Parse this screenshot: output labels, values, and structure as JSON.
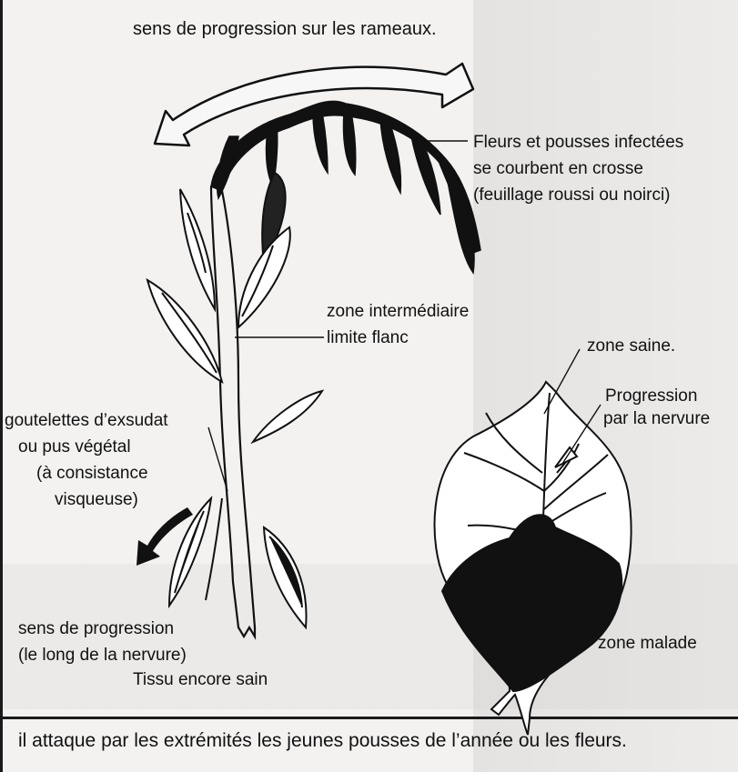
{
  "title": "sens de progression sur les rameaux.",
  "labels": {
    "flowers_l1": "Fleurs et pousses infectées",
    "flowers_l2": "se courbent en crosse",
    "flowers_l3": "(feuillage roussi ou noirci)",
    "zone_inter_l1": "zone intermédiaire",
    "zone_inter_l2": "limite flanc",
    "goutelettes_l1": "goutelettes d’exsudat",
    "goutelettes_l2": "ou pus végétal",
    "goutelettes_l3": "(à consistance",
    "goutelettes_l4": "visqueuse)",
    "zone_saine": "zone saine.",
    "progression_l1": "Progression",
    "progression_l2": "par la nervure",
    "sens_l1": "sens de progression",
    "sens_l2": "(le long de la nervure)",
    "tissu": "Tissu encore sain",
    "zone_malade": "zone malade"
  },
  "caption": "il attaque par les extrémités les jeunes pousses de l’année ou les fleurs."
}
